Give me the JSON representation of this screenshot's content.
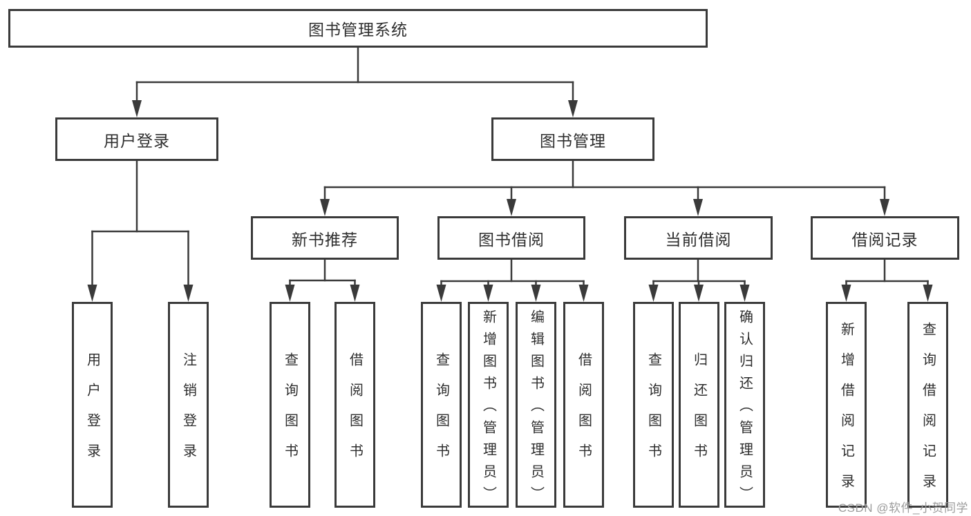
{
  "diagram": {
    "root": {
      "label": "图书管理系统"
    },
    "level2": [
      {
        "label": "用户登录"
      },
      {
        "label": "图书管理"
      }
    ],
    "level3": [
      {
        "label": "新书推荐"
      },
      {
        "label": "图书借阅"
      },
      {
        "label": "当前借阅"
      },
      {
        "label": "借阅记录"
      }
    ],
    "leafGroups": [
      {
        "parent": "用户登录",
        "items": [
          "用户登录",
          "注销登录"
        ]
      },
      {
        "parent": "新书推荐",
        "items": [
          "查询图书",
          "借阅图书"
        ]
      },
      {
        "parent": "图书借阅",
        "items": [
          "查询图书",
          "新增图书（管理员）",
          "编辑图书（管理员）",
          "借阅图书"
        ]
      },
      {
        "parent": "当前借阅",
        "items": [
          "查询图书",
          "归还图书",
          "确认归还（管理员）"
        ]
      },
      {
        "parent": "借阅记录",
        "items": [
          "新增借阅记录",
          "查询借阅记录"
        ]
      }
    ]
  },
  "watermark": {
    "text": "CSDN @软件_小贺同学"
  },
  "colors": {
    "line": "#3a3a3a",
    "text": "#2e2e2e",
    "watermark": "#9c9c9c",
    "background": "#ffffff"
  }
}
